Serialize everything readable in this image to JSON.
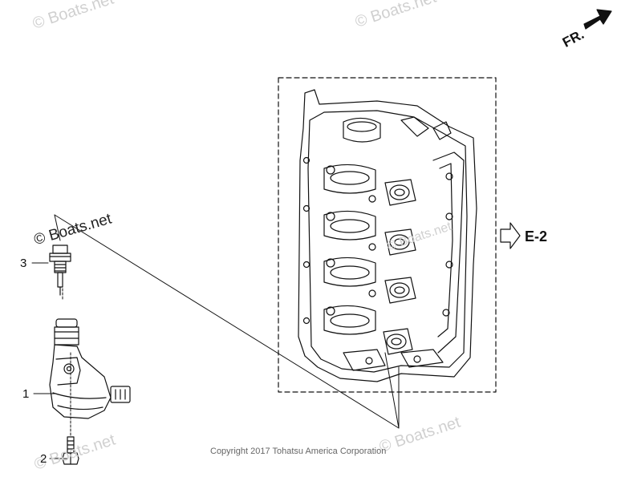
{
  "diagram": {
    "callouts": [
      "1",
      "2",
      "3"
    ],
    "ref_label": "E-2",
    "front_label": "FR.",
    "watermark": "© Boats.net",
    "copyright": "Copyright 2017 Tohatsu America Corporation"
  },
  "colors": {
    "ink": "#111111",
    "watermark_light": "#d0d0d0",
    "copyright": "#666666"
  }
}
